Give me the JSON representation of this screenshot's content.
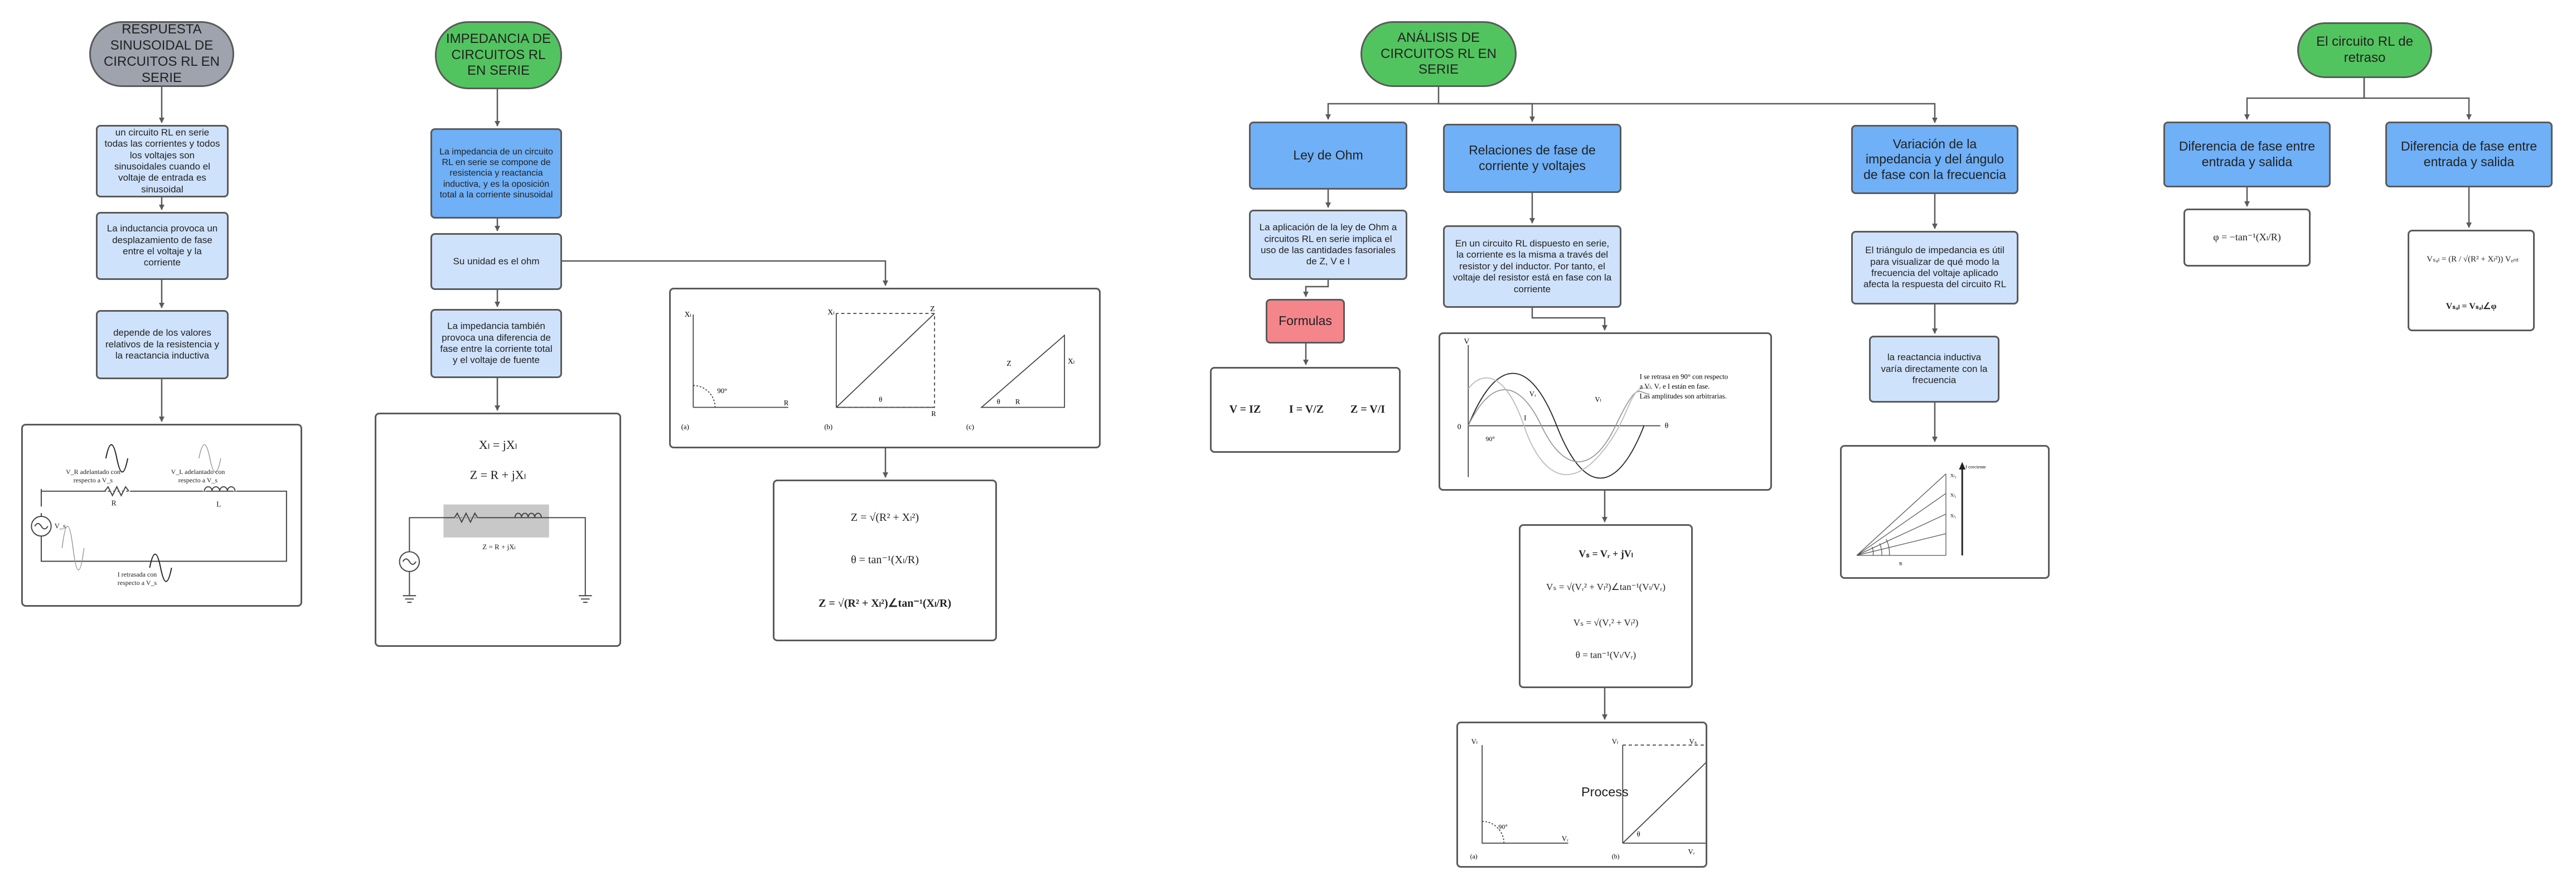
{
  "col1": {
    "title": "RESPUESTA SINUSOIDAL DE CIRCUITOS RL EN SERIE",
    "box1": "un circuito RL en serie todas las corrientes y todos los voltajes son sinusoidales cuando el voltaje de entrada es sinusoidal",
    "box2": "La inductancia provoca un desplazamiento de fase entre el voltaje y la corriente",
    "box3": "depende de los valores relativos de la resistencia y la reactancia inductiva",
    "circuit": {
      "vr_label": "V_R adelantado con respecto a V_s",
      "vl_label": "V_L adelantado con respecto a V_s",
      "i_label": "I retrasada con respecto a V_s",
      "r": "R",
      "l": "L",
      "vs": "V_s"
    }
  },
  "col2": {
    "title": "IMPEDANCIA DE CIRCUITOS RL EN SERIE",
    "box1": "La impedancia de un circuito RL en serie se compone de resistencia y reactancia inductiva, y es la oposición total a la corriente sinusoidal",
    "box2": "Su unidad es el ohm",
    "box3": "La impedancia también provoca una diferencia de fase entre la corriente total y el voltaje de fuente",
    "formula1": "Xₗ = jXₗ",
    "formula2": "Z = R + jXₗ",
    "circuit_z": "Z = R + jXₗ",
    "tri_labels": [
      "(a)",
      "(b)",
      "(c)"
    ],
    "z_formulas": [
      "Z = √(R² + Xₗ²)",
      "θ = tan⁻¹(Xₗ/R)",
      "Z = √(R² + Xₗ²)∠tan⁻¹(Xₗ/R)"
    ]
  },
  "col3": {
    "title": "ANÁLISIS DE CIRCUITOS RL EN SERIE",
    "ohm": "Ley de Ohm",
    "ohm_desc": "La aplicación de la ley de Ohm a circuitos RL en serie implica el uso de las cantidades fasoriales de Z, V e I",
    "formulas_btn": "Formulas",
    "ohm_formulas": [
      "V = IZ",
      "I = V/Z",
      "Z = V/I"
    ],
    "phase": "Relaciones de fase de corriente y voltajes",
    "phase_desc": "En un circuito RL dispuesto en serie, la corriente es la misma a través del resistor y del inductor. Por tanto, el voltaje del resistor está en fase con la corriente",
    "wave_note": [
      "I se retrasa en 90° con respecto",
      "a Vₗ. Vᵣ e I están en fase.",
      "Las amplitudes son arbitrarias."
    ],
    "v_formulas": [
      "Vₛ = Vᵣ + jVₗ",
      "Vₛ = √(Vᵣ² + Vₗ²)∠tan⁻¹(Vₗ/Vᵣ)",
      "Vₛ = √(Vᵣ² + Vₗ²)",
      "θ = tan⁻¹(Vₗ/Vᵣ)"
    ],
    "process": "Process",
    "variation": "Variación de la impedancia y del ángulo de fase con la frecuencia",
    "var_desc1": "El triángulo de impedancia es útil para visualizar de qué modo la frecuencia del voltaje aplicado afecta la respuesta del circuito RL",
    "var_desc2": "la reactancia inductiva varía directamente con la frecuencia",
    "freq_label": "f creciente"
  },
  "col4": {
    "title": "El circuito RL de retraso",
    "left": "Diferencia de fase entre entrada y salida",
    "right": "Diferencia de fase entre entrada y salida",
    "phi": "φ = −tan⁻¹(Xₗ/R)",
    "vout1": "Vₛₐₗ = (R / √(R² + Xₗ²)) Vₑₙₜ",
    "vout2": "Vₛₐₗ = Vₛₐₗ∠φ"
  }
}
